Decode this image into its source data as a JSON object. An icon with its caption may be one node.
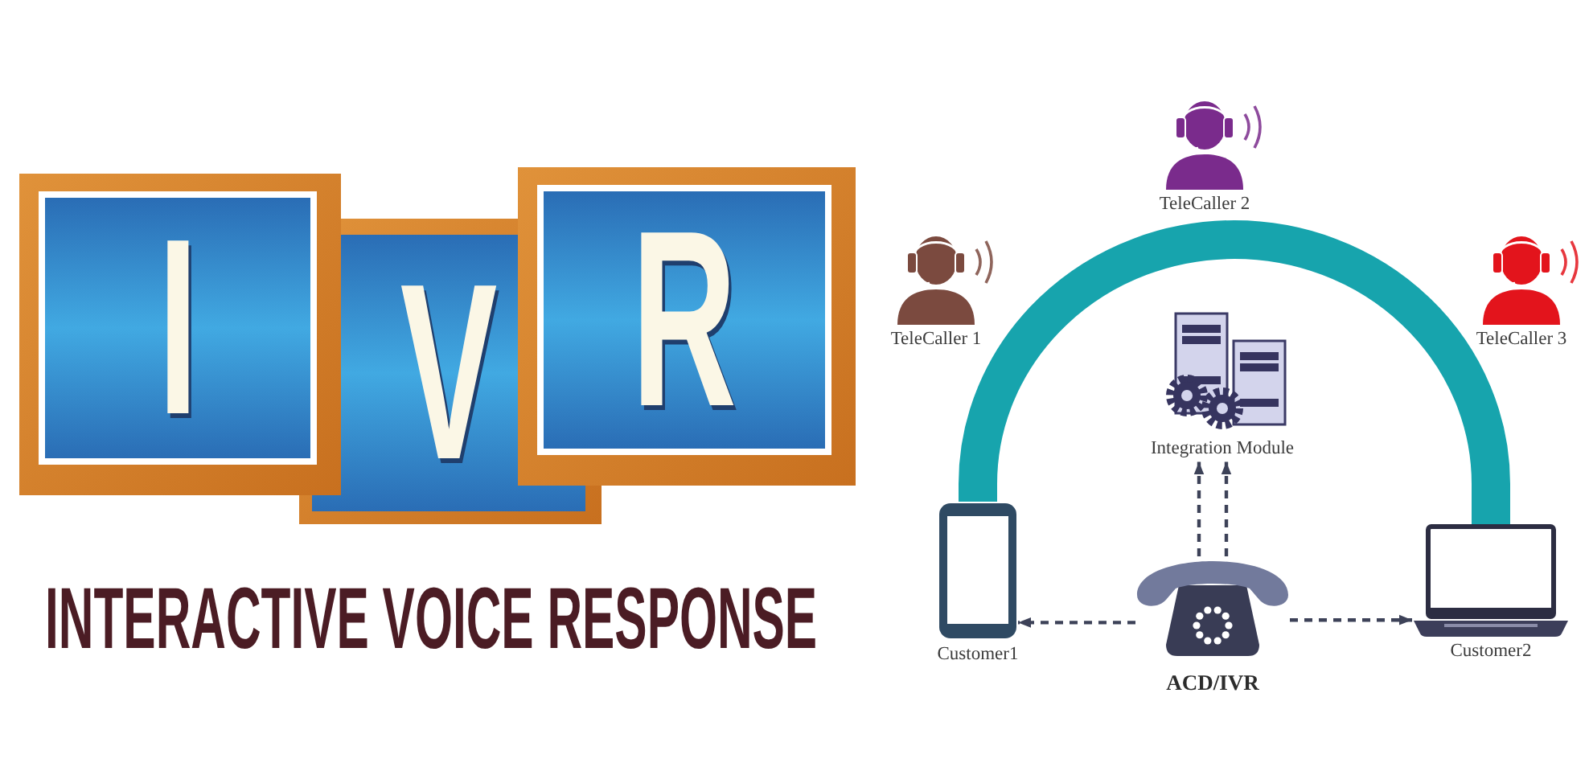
{
  "diagram": {
    "nodes": [
      {
        "text": [
          "I"
        ]
      },
      {
        "text": [
          "V"
        ]
      },
      {
        "text": [
          "R"
        ]
      },
      {
        "text": [
          "TeleCaller 1"
        ]
      },
      {
        "text": [
          "TeleCaller 2"
        ]
      },
      {
        "text": [
          "TeleCaller 3"
        ]
      },
      {
        "text": [
          "Integration Module"
        ]
      },
      {
        "text": [
          "Customer1"
        ]
      },
      {
        "text": [
          "ACD/IVR"
        ]
      },
      {
        "text": [
          "Customer2"
        ]
      }
    ],
    "edges": [
      {
        "from": 8,
        "to": 7,
        "arrow": "to",
        "style": "dashed"
      },
      {
        "from": 8,
        "to": 9,
        "arrow": "to",
        "style": "dashed"
      },
      {
        "from": 8,
        "to": 6,
        "arrow": "to",
        "style": "dashed"
      },
      {
        "from": 8,
        "to": 6,
        "arrow": "to",
        "style": "dashed"
      },
      {
        "from": 7,
        "to": 9,
        "arrow": "none",
        "style": "thick",
        "color": "#17a4ad"
      }
    ],
    "labels": [
      "INTERACTIVE VOICE RESPONSE"
    ]
  }
}
